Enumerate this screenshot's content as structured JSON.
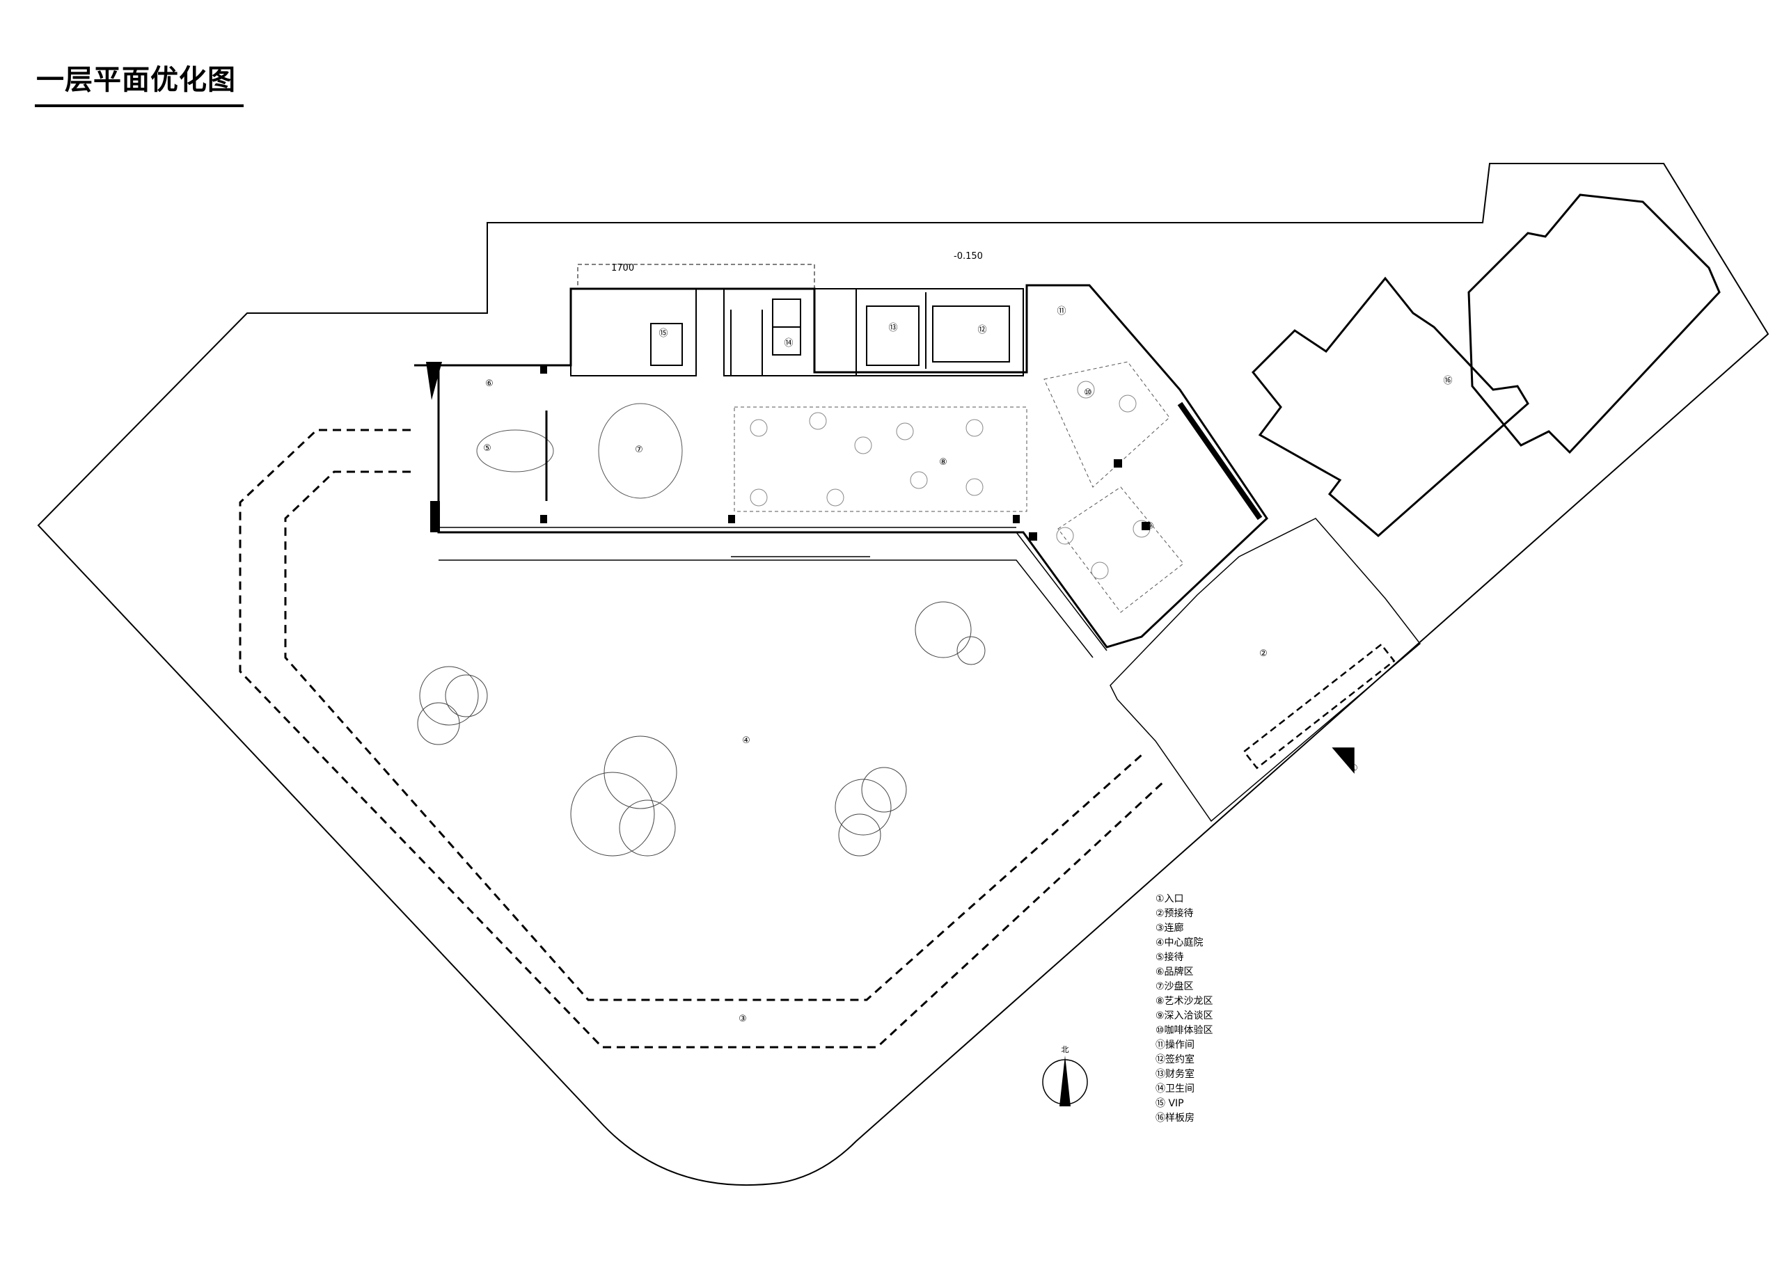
{
  "title": "一层平面优化图",
  "dimension_label": "1700",
  "elevation_label": "-0.150",
  "north_label": "北",
  "room_markers": [
    {
      "id": "entrance",
      "label": "①"
    },
    {
      "id": "pre-reception",
      "label": "②"
    },
    {
      "id": "corridor",
      "label": "③"
    },
    {
      "id": "courtyard",
      "label": "④"
    },
    {
      "id": "reception",
      "label": "⑤"
    },
    {
      "id": "brand",
      "label": "⑥"
    },
    {
      "id": "sand-table",
      "label": "⑦"
    },
    {
      "id": "art-salon",
      "label": "⑧"
    },
    {
      "id": "negotiation",
      "label": "⑨"
    },
    {
      "id": "coffee",
      "label": "⑩"
    },
    {
      "id": "operation",
      "label": "⑪"
    },
    {
      "id": "signing",
      "label": "⑫"
    },
    {
      "id": "finance",
      "label": "⑬"
    },
    {
      "id": "toilet",
      "label": "⑭"
    },
    {
      "id": "vip",
      "label": "⑮"
    },
    {
      "id": "model-house",
      "label": "⑯"
    }
  ],
  "legend": [
    "①入口",
    "②预接待",
    "③连廊",
    "④中心庭院",
    "⑤接待",
    "⑥品牌区",
    "⑦沙盘区",
    "⑧艺术沙龙区",
    "⑨深入洽谈区",
    "⑩咖啡体验区",
    "⑪操作间",
    "⑫签约室",
    "⑬财务室",
    "⑭卫生间",
    "⑮  VIP",
    "⑯样板房"
  ]
}
